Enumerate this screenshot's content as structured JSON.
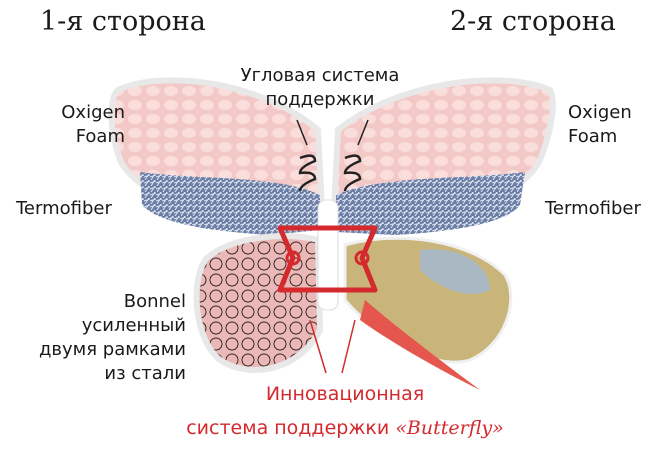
{
  "titles": {
    "side1": "1-я сторона",
    "side2": "2-я сторона"
  },
  "labels": {
    "corner_support": [
      "Угловая система",
      "поддержки"
    ],
    "oxigen_foam": [
      "Oxigen",
      "Foam"
    ],
    "termofiber": "Termofiber",
    "bonnel": [
      "Bonnel",
      "усиленный",
      "двумя рамками",
      "из стали"
    ]
  },
  "caption": {
    "line1": "Инновационная",
    "line2_prefix": "система поддержки ",
    "brand": "«Butterfly»"
  },
  "colors": {
    "accent": "#d42a2e",
    "foam": "#f2c4c4",
    "fiber": "#6f82a8"
  }
}
